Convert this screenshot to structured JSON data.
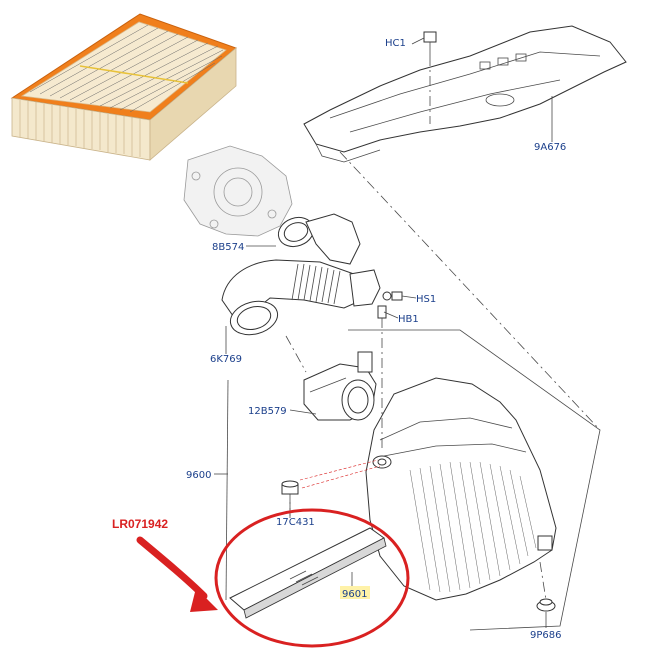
{
  "callout": {
    "part_number": "LR071942",
    "accent_color": "#d92121"
  },
  "labels": {
    "hc1": "HC1",
    "9a676": "9A676",
    "8b574": "8B574",
    "hs1": "HS1",
    "hb1": "HB1",
    "6k769": "6K769",
    "12b579": "12B579",
    "9600": "9600",
    "17c431": "17C431",
    "9601": "9601",
    "9p686": "9P686"
  },
  "colors": {
    "label_text": "#1b3f8b",
    "label_highlight": "#fff2a8",
    "filter_frame": "#f07f1c",
    "filter_media": "#f3e7c4"
  },
  "icons": {
    "arrow": "curved-red-arrow-icon",
    "highlight": "red-circle-highlight"
  }
}
